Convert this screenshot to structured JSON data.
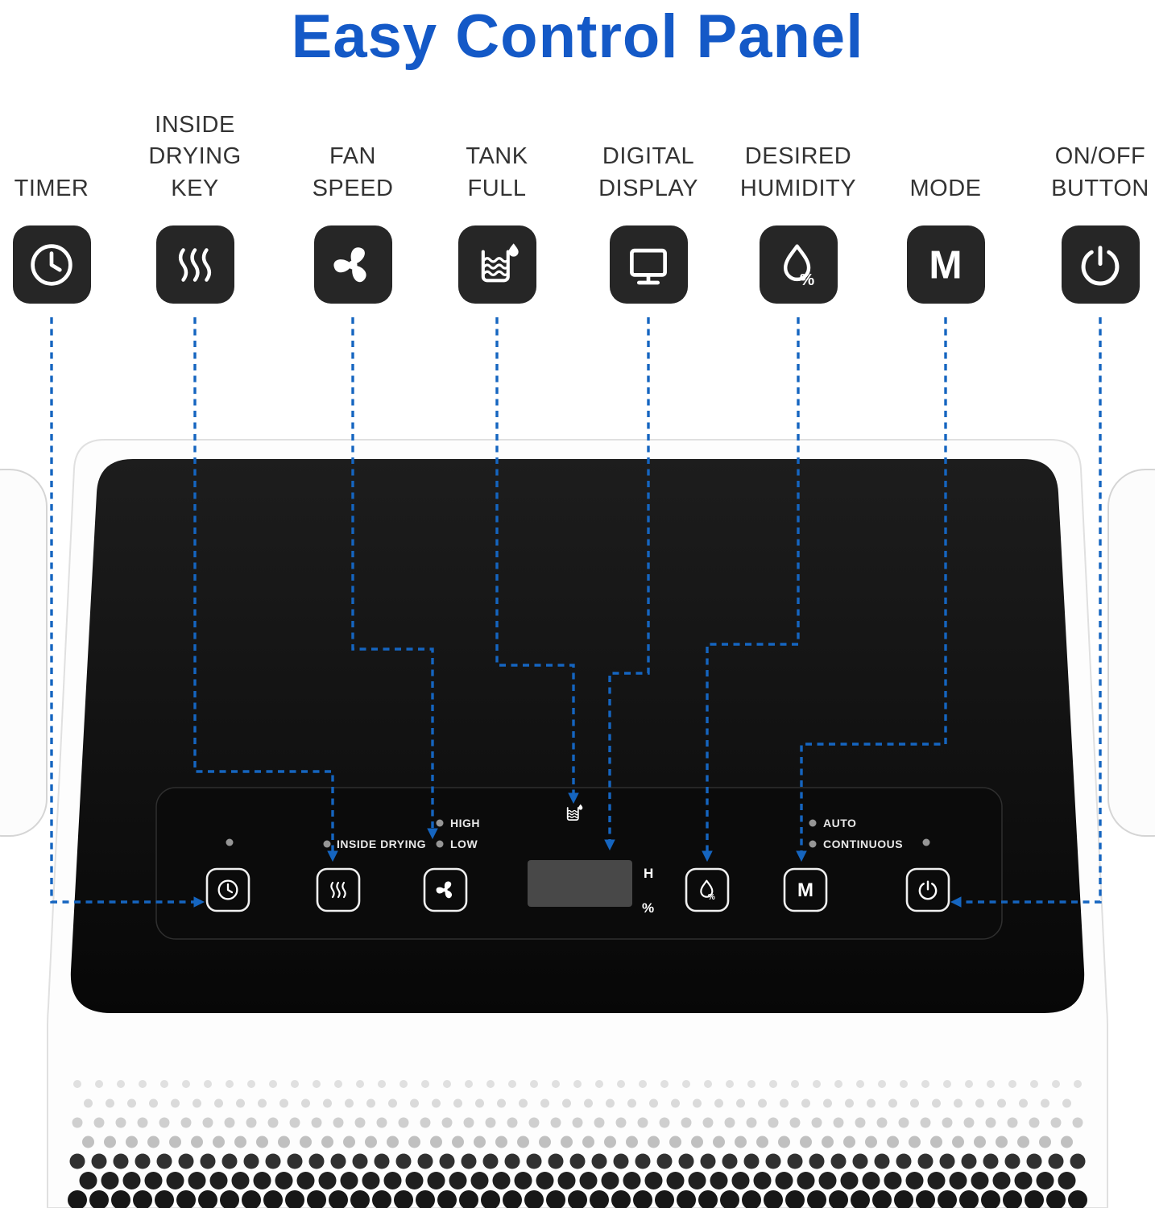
{
  "title": "Easy Control Panel",
  "features": [
    {
      "label": "TIMER",
      "icon": "clock-icon"
    },
    {
      "label": "INSIDE\nDRYING\nKEY",
      "icon": "heat-waves-icon"
    },
    {
      "label": "FAN\nSPEED",
      "icon": "fan-icon"
    },
    {
      "label": "TANK\nFULL",
      "icon": "tank-full-icon"
    },
    {
      "label": "DIGITAL\nDISPLAY",
      "icon": "digital-display-icon"
    },
    {
      "label": "DESIRED\nHUMIDITY",
      "icon": "humidity-percent-icon"
    },
    {
      "label": "MODE",
      "icon": "mode-m-icon"
    },
    {
      "label": "ON/OFF\nBUTTON",
      "icon": "power-icon"
    }
  ],
  "glyphs": {
    "mode": "M",
    "percent": "%"
  },
  "panel": {
    "indicators": {
      "inside_drying": "INSIDE DRYING",
      "fan_high": "HIGH",
      "fan_low": "LOW",
      "mode_auto": "AUTO",
      "mode_continuous": "CONTINUOUS",
      "display_hours": "H",
      "display_percent": "%"
    }
  },
  "colors": {
    "title_blue": "#1459c7",
    "connector_blue": "#1565c0",
    "icon_tile": "#262626",
    "panel_black": "#0d0d0d"
  }
}
